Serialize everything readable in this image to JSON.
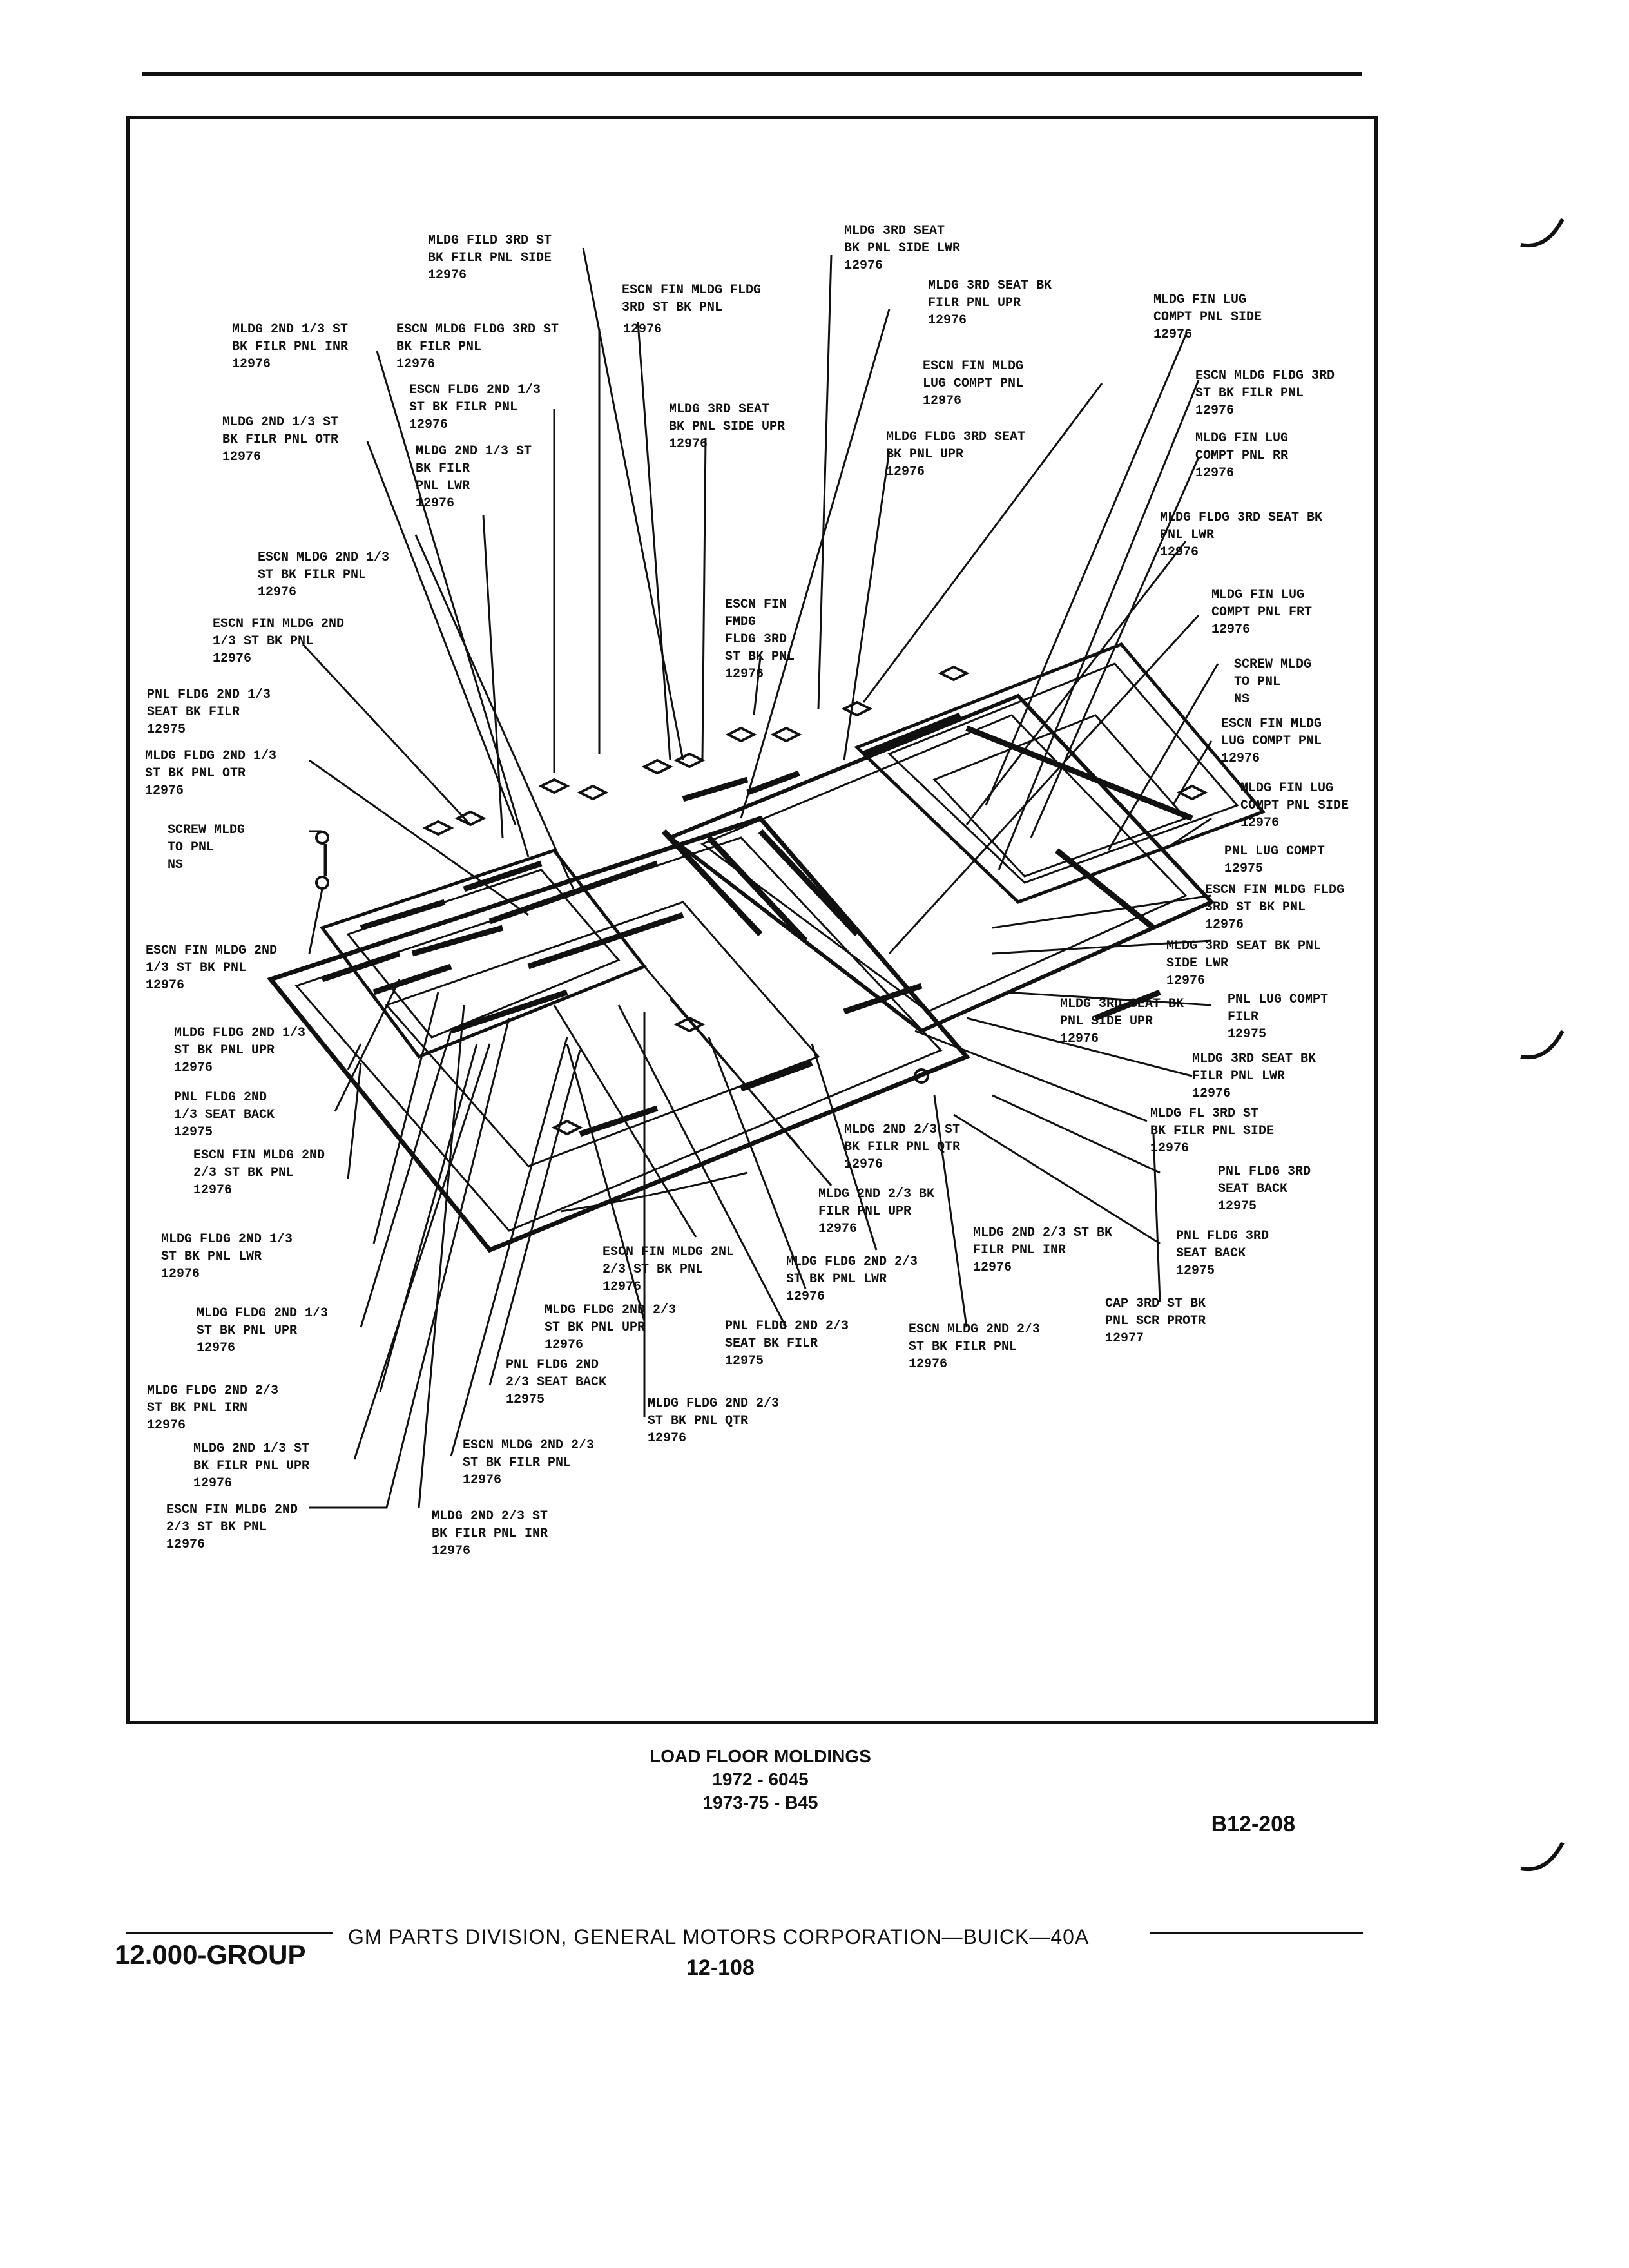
{
  "diagram": {
    "labels": [
      {
        "id": "l01",
        "text": "MLDG FILD 3RD ST\nBK FILR PNL SIDE\n12976"
      },
      {
        "id": "l02",
        "text": "MLDG 3RD SEAT\nBK PNL SIDE LWR\n12976"
      },
      {
        "id": "l03",
        "text": "ESCN FIN MLDG FLDG\n3RD ST BK PNL"
      },
      {
        "id": "l04",
        "text": "MLDG 3RD SEAT BK\nFILR PNL UPR\n12976"
      },
      {
        "id": "l05",
        "text": "MLDG FIN LUG\nCOMPT PNL SIDE\n12976"
      },
      {
        "id": "l06",
        "text": "MLDG 2ND 1/3 ST\nBK FILR PNL INR\n12976"
      },
      {
        "id": "l07",
        "text": "ESCN MLDG FLDG 3RD ST\nBK FILR PNL\n12976"
      },
      {
        "id": "l08",
        "text": "12976"
      },
      {
        "id": "l09",
        "text": "ESCN FIN MLDG\nLUG COMPT PNL\n12976"
      },
      {
        "id": "l10",
        "text": "ESCN MLDG FLDG 3RD\nST BK FILR PNL\n12976"
      },
      {
        "id": "l11",
        "text": "ESCN FLDG 2ND 1/3\nST BK FILR PNL\n12976"
      },
      {
        "id": "l12",
        "text": "MLDG 3RD SEAT\nBK PNL SIDE UPR\n12976"
      },
      {
        "id": "l13",
        "text": "MLDG 2ND 1/3 ST\nBK FILR PNL OTR\n12976"
      },
      {
        "id": "l14",
        "text": "MLDG 2ND 1/3 ST\nBK FILR\nPNL LWR\n12976"
      },
      {
        "id": "l15",
        "text": "MLDG FLDG 3RD SEAT\nBK PNL UPR\n12976"
      },
      {
        "id": "l16",
        "text": "MLDG FIN LUG\nCOMPT PNL RR\n12976"
      },
      {
        "id": "l17",
        "text": "MLDG FLDG 3RD SEAT BK\nPNL LWR\n12976"
      },
      {
        "id": "l18",
        "text": "ESCN MLDG 2ND 1/3\nST BK FILR PNL\n12976"
      },
      {
        "id": "l19",
        "text": "ESCN FIN\nFMDG\nFLDG 3RD\nST BK PNL\n12976"
      },
      {
        "id": "l20",
        "text": "MLDG FIN LUG\nCOMPT PNL FRT\n12976"
      },
      {
        "id": "l21",
        "text": "ESCN FIN MLDG 2ND\n1/3 ST BK PNL\n12976"
      },
      {
        "id": "l22",
        "text": "SCREW MLDG\nTO PNL\nNS"
      },
      {
        "id": "l23",
        "text": "PNL FLDG 2ND 1/3\nSEAT BK FILR\n12975"
      },
      {
        "id": "l24",
        "text": "ESCN FIN MLDG\nLUG COMPT PNL\n12976"
      },
      {
        "id": "l25",
        "text": "MLDG FLDG 2ND 1/3\nST BK PNL OTR\n12976"
      },
      {
        "id": "l26",
        "text": "MLDG FIN LUG\nCOMPT PNL SIDE\n12976"
      },
      {
        "id": "l27",
        "text": "SCREW MLDG\nTO PNL\nNS"
      },
      {
        "id": "l28",
        "text": "PNL LUG COMPT\n12975"
      },
      {
        "id": "l29",
        "text": "ESCN FIN MLDG FLDG\n3RD ST BK PNL\n12976"
      },
      {
        "id": "l30",
        "text": "ESCN FIN MLDG 2ND\n1/3 ST BK PNL\n12976"
      },
      {
        "id": "l31",
        "text": "MLDG 3RD SEAT BK PNL\nSIDE LWR\n12976"
      },
      {
        "id": "l32",
        "text": "PNL LUG COMPT\nFILR\n12975"
      },
      {
        "id": "l33",
        "text": "MLDG 3RD SEAT BK\nPNL SIDE UPR\n12976"
      },
      {
        "id": "l34",
        "text": "MLDG FLDG 2ND 1/3\nST BK PNL UPR\n12976"
      },
      {
        "id": "l35",
        "text": "MLDG 3RD SEAT BK\nFILR PNL LWR\n12976"
      },
      {
        "id": "l36",
        "text": "PNL FLDG 2ND\n1/3 SEAT BACK\n12975"
      },
      {
        "id": "l37",
        "text": "MLDG FL 3RD ST\nBK FILR PNL SIDE\n12976"
      },
      {
        "id": "l38",
        "text": "ESCN FIN MLDG 2ND\n2/3 ST BK PNL\n12976"
      },
      {
        "id": "l39",
        "text": "MLDG 2ND 2/3 ST\nBK FILR PNL QTR\n12976"
      },
      {
        "id": "l40",
        "text": "PNL FLDG 3RD\nSEAT BACK\n12975"
      },
      {
        "id": "l41",
        "text": "MLDG 2ND 2/3 BK\nFILR PNL UPR\n12976"
      },
      {
        "id": "l42",
        "text": "MLDG FLDG 2ND 1/3\nST BK PNL LWR\n12976"
      },
      {
        "id": "l43",
        "text": "ESCN FIN MLDG 2NL\n2/3 ST BK PNL\n12976"
      },
      {
        "id": "l44",
        "text": "MLDG 2ND 2/3 ST BK\nFILR PNL INR\n12976"
      },
      {
        "id": "l45",
        "text": "PNL FLDG 3RD\nSEAT BACK\n12975"
      },
      {
        "id": "l46",
        "text": "MLDG FLDG 2ND 2/3\nST BK PNL LWR\n12976"
      },
      {
        "id": "l47",
        "text": "MLDG FLDG 2ND 1/3\nST BK PNL UPR\n12976"
      },
      {
        "id": "l48",
        "text": "MLDG FLDG 2ND 2/3\nST BK PNL UPR\n12976"
      },
      {
        "id": "l49",
        "text": "CAP 3RD ST BK\nPNL SCR PROTR\n12977"
      },
      {
        "id": "l50",
        "text": "PNL FLDG 2ND 2/3\nSEAT BK FILR\n12975"
      },
      {
        "id": "l51",
        "text": "ESCN MLDG 2ND 2/3\nST BK FILR PNL\n12976"
      },
      {
        "id": "l52",
        "text": "MLDG FLDG 2ND 2/3\nST BK PNL IRN\n12976"
      },
      {
        "id": "l53",
        "text": "PNL FLDG 2ND\n2/3 SEAT BACK\n12975"
      },
      {
        "id": "l54",
        "text": "MLDG FLDG 2ND 2/3\nST BK PNL QTR\n12976"
      },
      {
        "id": "l55",
        "text": "MLDG 2ND 1/3 ST\nBK FILR PNL UPR\n12976"
      },
      {
        "id": "l56",
        "text": "ESCN MLDG 2ND 2/3\nST BK FILR PNL\n12976"
      },
      {
        "id": "l57",
        "text": "ESCN FIN MLDG 2ND\n2/3 ST BK PNL\n12976"
      },
      {
        "id": "l58",
        "text": "MLDG 2ND 2/3 ST\nBK FILR PNL INR\n12976"
      }
    ]
  },
  "caption": {
    "title": "LOAD FLOOR MOLDINGS",
    "line2": "1972 - 6045",
    "line3": "1973-75 - B45",
    "figure_code": "B12-208"
  },
  "footer": {
    "group": "12.000-GROUP",
    "publisher": "GM PARTS DIVISION, GENERAL MOTORS CORPORATION—BUICK—40A",
    "page": "12-108"
  }
}
